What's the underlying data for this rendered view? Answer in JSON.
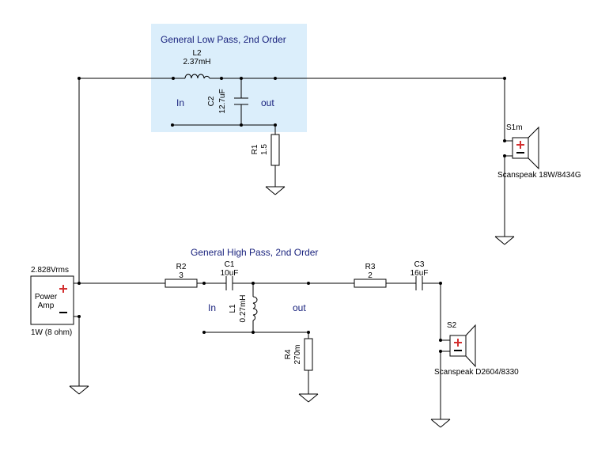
{
  "lowpass": {
    "title": "General Low Pass, 2nd Order",
    "in_label": "In",
    "out_label": "out",
    "L2": {
      "ref": "L2",
      "value": "2.37mH"
    },
    "C2": {
      "ref": "C2",
      "value": "12.7uF"
    },
    "R1": {
      "ref": "R1",
      "value": "1.5"
    }
  },
  "highpass": {
    "title": "General High Pass, 2nd Order",
    "in_label": "In",
    "out_label": "out",
    "R2": {
      "ref": "R2",
      "value": "3"
    },
    "C1": {
      "ref": "C1",
      "value": "10uF"
    },
    "L1": {
      "ref": "L1",
      "value": "0.27mH"
    },
    "R4": {
      "ref": "R4",
      "value": "270m"
    },
    "R3": {
      "ref": "R3",
      "value": "2"
    },
    "C3": {
      "ref": "C3",
      "value": "16uF"
    }
  },
  "source": {
    "voltage": "2.828Vrms",
    "label_line1": "Power",
    "label_line2": "Amp",
    "rating": "1W (8 ohm)"
  },
  "speakers": {
    "woofer": {
      "ref": "S1m",
      "model": "Scanspeak 18W/8434G"
    },
    "tweeter": {
      "ref": "S2",
      "model": "Scanspeak D2604/8330"
    }
  },
  "colors": {
    "lowpass_bg": "#dbeefb",
    "block_text": "#1a237e",
    "polarity": "#d32f2f",
    "wire": "#000000"
  }
}
